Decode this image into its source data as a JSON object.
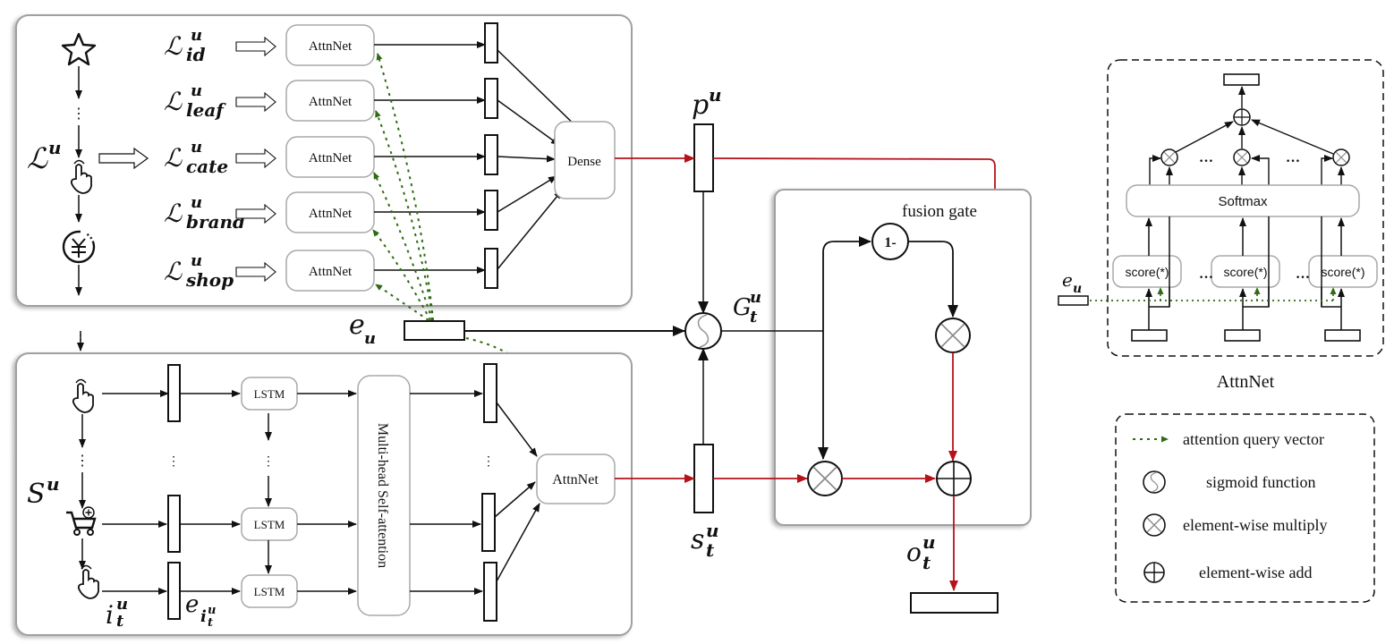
{
  "diagram": {
    "top_panel": {
      "main_label": "ℒ",
      "main_sup": "u",
      "features": [
        {
          "sym": "ℒ",
          "sup": "u",
          "sub": "id",
          "block": "AttnNet"
        },
        {
          "sym": "ℒ",
          "sup": "u",
          "sub": "leaf",
          "block": "AttnNet"
        },
        {
          "sym": "ℒ",
          "sup": "u",
          "sub": "cate",
          "block": "AttnNet"
        },
        {
          "sym": "ℒ",
          "sup": "u",
          "sub": "brand",
          "block": "AttnNet"
        },
        {
          "sym": "ℒ",
          "sup": "u",
          "sub": "shop",
          "block": "AttnNet"
        }
      ],
      "dense_label": "Dense",
      "icons": [
        "star-icon",
        "click-hand-icon",
        "pay-yen-icon"
      ]
    },
    "query": {
      "sym": "e",
      "sub": "u"
    },
    "bottom_panel": {
      "main_label": "S",
      "main_sup": "u",
      "lstm_label": "LSTM",
      "self_attention_label": "Multi-head Self-attention",
      "attnnet_label": "AttnNet",
      "item_label": {
        "sym": "i",
        "sup": "u",
        "sub": "t"
      },
      "emb_label": {
        "sym": "e",
        "sub": "i",
        "subsup": "u",
        "subsub": "t"
      },
      "icons": [
        "click-hand-icon",
        "add-cart-icon",
        "click-hand-icon"
      ],
      "vdots": "⋮"
    },
    "p_label": {
      "sym": "p",
      "sup": "u"
    },
    "s_label": {
      "sym": "s",
      "sup": "u",
      "sub": "t"
    },
    "g_label": {
      "sym": "G",
      "sup": "u",
      "sub": "t"
    },
    "o_label": {
      "sym": "o",
      "sup": "u",
      "sub": "t"
    },
    "fusion_gate": {
      "title": "fusion gate",
      "one_minus": "1-"
    },
    "attnnet_detail": {
      "title": "AttnNet",
      "softmax": "Softmax",
      "score": "score(*)",
      "ellipsis": "…",
      "query": {
        "sym": "e",
        "sub": "u"
      }
    },
    "legend": [
      {
        "symbol": "dotted-green-arrow",
        "label": "attention query vector"
      },
      {
        "symbol": "sigmoid-circle",
        "label": "sigmoid function"
      },
      {
        "symbol": "otimes-circle",
        "label": "element-wise multiply"
      },
      {
        "symbol": "oplus-circle",
        "label": "element-wise add"
      }
    ],
    "colors": {
      "line": "#111111",
      "red_flow": "#b5121b",
      "green_query": "#2e6b12",
      "panel_border": "#9a9a9a",
      "box_border": "#a8a8a8"
    }
  }
}
